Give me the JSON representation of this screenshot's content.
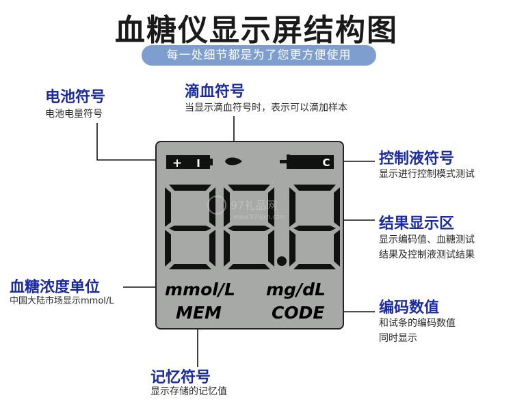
{
  "title": "血糖仪显示屏结构图",
  "subtitle": "每一处细节都是为了您更方便使用",
  "labels": {
    "battery": {
      "title": "电池符号",
      "desc": "电池电量符号"
    },
    "blood": {
      "title": "滴血符号",
      "desc": "当显示滴血符号时，表示可以滴加样本"
    },
    "control": {
      "title": "控制液符号",
      "desc": "显示进行控制模式测试"
    },
    "result": {
      "title": "结果显示区",
      "desc_lines": [
        "显示编码值、血糖测试",
        "结果及控制液测试结果"
      ]
    },
    "unit": {
      "title": "血糖浓度单位",
      "desc": "中国大陆市场显示mmol/L"
    },
    "code": {
      "title": "编码数值",
      "desc_lines": [
        "和试条的编码数值",
        "同时显示"
      ]
    },
    "memory": {
      "title": "记忆符号",
      "desc": "显示存储的记忆值"
    }
  },
  "lcd": {
    "battery_plus": "+",
    "battery_minus": "I",
    "control_letter": "C",
    "unit_left": "mmol/L",
    "unit_right": "mg/dL",
    "mem": "MEM",
    "code": "CODE"
  },
  "watermark": {
    "line1": "97礼品网",
    "line2": "www.97lipin.com"
  }
}
